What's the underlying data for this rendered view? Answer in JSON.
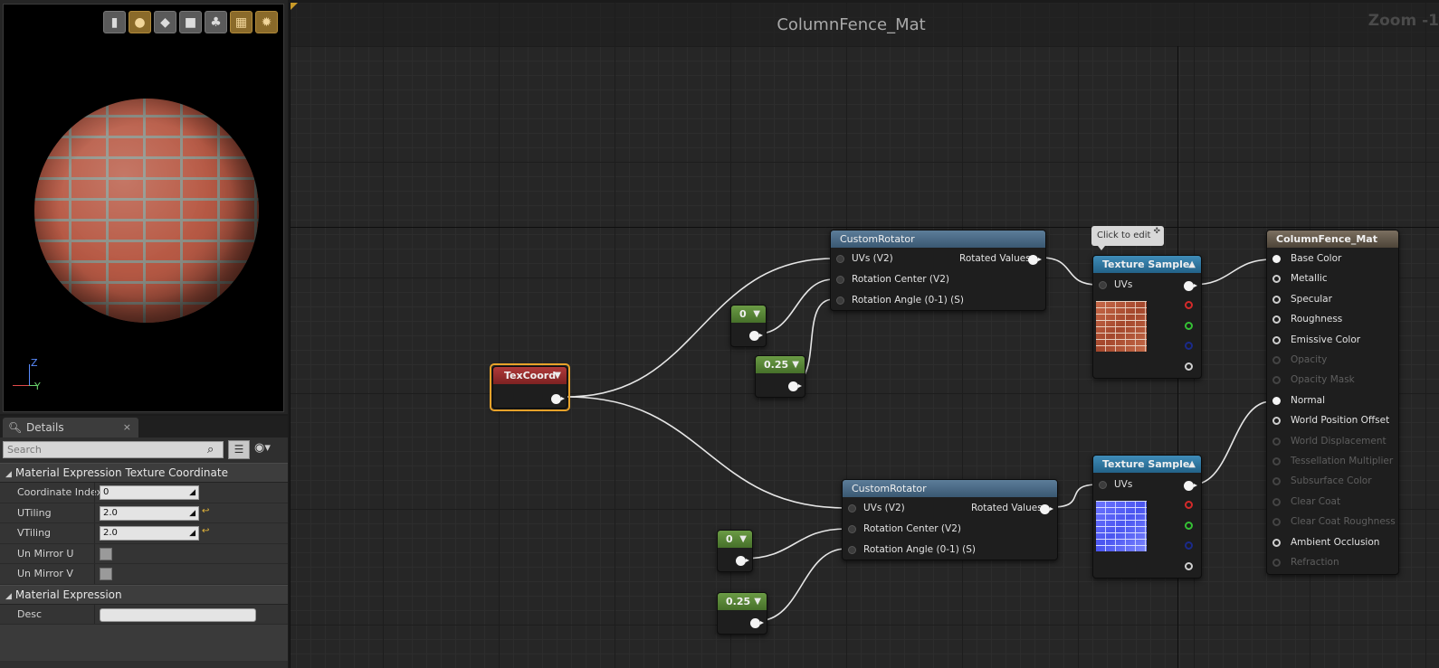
{
  "viewport": {
    "toolbar": [
      {
        "name": "cylinder-icon",
        "glyph": "▮",
        "active": false
      },
      {
        "name": "sphere-icon",
        "glyph": "●",
        "active": true
      },
      {
        "name": "plane-icon",
        "glyph": "◆",
        "active": false
      },
      {
        "name": "cube-icon",
        "glyph": "■",
        "active": false
      },
      {
        "name": "teapot-icon",
        "glyph": "♣",
        "active": false
      },
      {
        "name": "grid-icon",
        "glyph": "▦",
        "active": true
      },
      {
        "name": "realtime-icon",
        "glyph": "✹",
        "active": true
      }
    ],
    "axis": {
      "z": "Z",
      "y": "Y"
    }
  },
  "details": {
    "tab_label": "Details",
    "tab_close": "×",
    "search_placeholder": "Search",
    "categories": [
      {
        "title": "Material Expression Texture Coordinate",
        "rows": [
          {
            "label": "Coordinate Index",
            "type": "number",
            "value": "0",
            "reset": false
          },
          {
            "label": "UTiling",
            "type": "number",
            "value": "2.0",
            "reset": true
          },
          {
            "label": "VTiling",
            "type": "number",
            "value": "2.0",
            "reset": true
          },
          {
            "label": "Un Mirror U",
            "type": "checkbox"
          },
          {
            "label": "Un Mirror V",
            "type": "checkbox"
          }
        ]
      },
      {
        "title": "Material Expression",
        "rows": [
          {
            "label": "Desc",
            "type": "text",
            "value": ""
          }
        ]
      }
    ]
  },
  "graph": {
    "title": "ColumnFence_Mat",
    "zoom": "Zoom -1",
    "tooltip": "Click to edit",
    "nodes": {
      "rotator_top": {
        "title": "CustomRotator",
        "in": [
          "UVs (V2)",
          "Rotation Center (V2)",
          "Rotation Angle (0-1) (S)"
        ],
        "out": "Rotated Values"
      },
      "rotator_bottom": {
        "title": "CustomRotator",
        "in": [
          "UVs (V2)",
          "Rotation Center (V2)",
          "Rotation Angle (0-1) (S)"
        ],
        "out": "Rotated Values"
      },
      "const_top_0": {
        "title": "0"
      },
      "const_top_025": {
        "title": "0.25"
      },
      "const_bottom_0": {
        "title": "0"
      },
      "const_bottom_025": {
        "title": "0.25"
      },
      "texcoord": {
        "title": "TexCoord"
      },
      "texsample_top": {
        "title": "Texture Sample",
        "in": "UVs"
      },
      "texsample_bottom": {
        "title": "Texture Sample",
        "in": "UVs"
      },
      "material": {
        "title": "ColumnFence_Mat",
        "pins": [
          {
            "label": "Base Color",
            "state": "connected"
          },
          {
            "label": "Metallic",
            "state": "open"
          },
          {
            "label": "Specular",
            "state": "open"
          },
          {
            "label": "Roughness",
            "state": "open"
          },
          {
            "label": "Emissive Color",
            "state": "open"
          },
          {
            "label": "Opacity",
            "state": "disabled"
          },
          {
            "label": "Opacity Mask",
            "state": "disabled"
          },
          {
            "label": "Normal",
            "state": "connected"
          },
          {
            "label": "World Position Offset",
            "state": "open"
          },
          {
            "label": "World Displacement",
            "state": "disabled"
          },
          {
            "label": "Tessellation Multiplier",
            "state": "disabled"
          },
          {
            "label": "Subsurface Color",
            "state": "disabled"
          },
          {
            "label": "Clear Coat",
            "state": "disabled"
          },
          {
            "label": "Clear Coat Roughness",
            "state": "disabled"
          },
          {
            "label": "Ambient Occlusion",
            "state": "open"
          },
          {
            "label": "Refraction",
            "state": "disabled"
          }
        ]
      }
    }
  },
  "colors": {
    "accent": "#e8a22a",
    "wire": "#e6e6e6"
  }
}
